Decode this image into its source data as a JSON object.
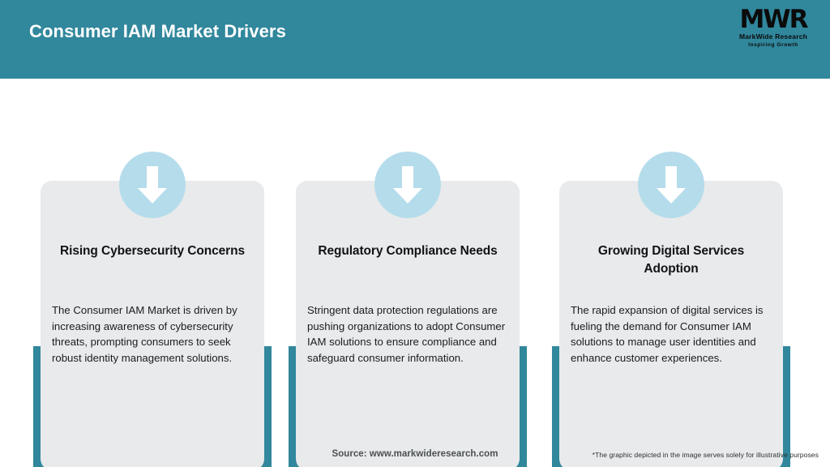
{
  "header": {
    "title": "Consumer IAM Market Drivers",
    "bar_color": "#31879c",
    "title_color": "#ffffff"
  },
  "logo": {
    "mark": "MWR",
    "name": "MarkWide Research",
    "tagline": "Inspiring Growth"
  },
  "cards": [
    {
      "icon": "down-arrow-icon",
      "title": "Rising Cybersecurity Concerns",
      "description": "The Consumer IAM Market is driven by increasing awareness of cybersecurity threats, prompting consumers to seek robust identity management solutions."
    },
    {
      "icon": "down-arrow-icon",
      "title": "Regulatory Compliance Needs",
      "description": "Stringent data protection regulations are pushing organizations to adopt Consumer IAM solutions to ensure compliance and safeguard consumer information."
    },
    {
      "icon": "down-arrow-icon",
      "title": "Growing Digital Services Adoption",
      "description": "The rapid expansion of digital services is fueling the demand for Consumer IAM solutions to manage user identities and enhance customer experiences."
    }
  ],
  "footer": {
    "source": "Source: www.markwideresearch.com",
    "disclaimer": "*The graphic depicted in the image serves solely for illustrative purposes"
  },
  "colors": {
    "teal": "#31879c",
    "card_gray": "#e8eaeb",
    "icon_circle": "#b5dceb",
    "arrow_white": "#ffffff"
  }
}
